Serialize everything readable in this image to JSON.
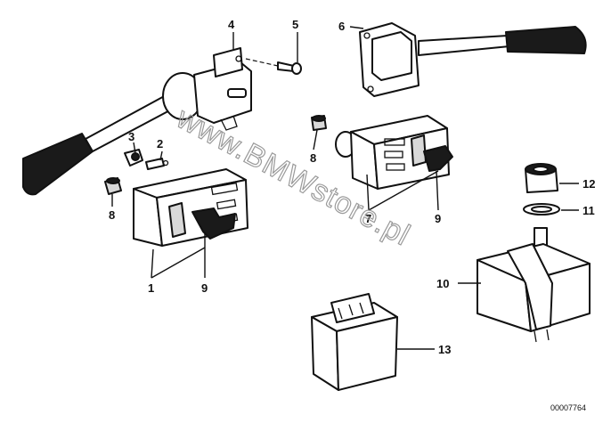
{
  "diagram": {
    "watermark": "www.BMWstore.pl",
    "catalog_number": "00007764",
    "callouts": {
      "c1": "1",
      "c2": "2",
      "c3": "3",
      "c4": "4",
      "c5": "5",
      "c6": "6",
      "c7": "7",
      "c8a": "8",
      "c8b": "8",
      "c9a": "9",
      "c9b": "9",
      "c10": "10",
      "c11": "11",
      "c12": "12",
      "c13": "13"
    }
  }
}
